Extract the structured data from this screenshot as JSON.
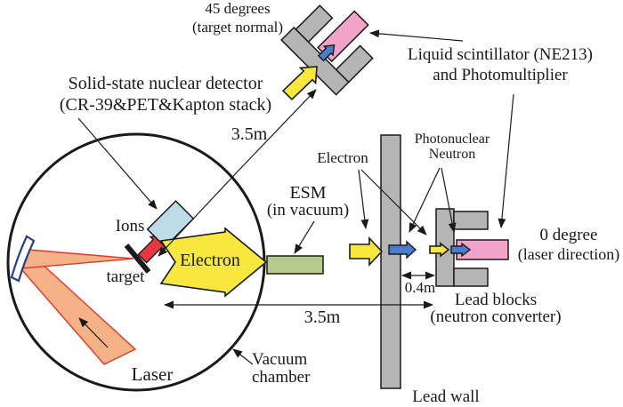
{
  "colors": {
    "ink": "#1a1a1a",
    "yellow": "#f8e73e",
    "blue": "#4a7dcb",
    "red": "#e63a40",
    "pink": "#f2a3c9",
    "lightblue": "#bcdcea",
    "green": "#b6ca8d",
    "gray": "#b5b5b5",
    "laserfill": "#f6b287",
    "laseredge": "#e0372a",
    "mirroredge": "#2b3f85"
  },
  "labels": {
    "angle45": {
      "line1": "45 degrees",
      "line2": "(target normal)"
    },
    "scintillator": {
      "line1": "Liquid scintillator (NE213)",
      "line2": "and Photomultiplier"
    },
    "ssd": {
      "line1": "Solid-state nuclear detector",
      "line2": "(CR-39&PET&Kapton stack)"
    },
    "esm": {
      "line1": "ESM",
      "line2": "(in vacuum)"
    },
    "electron_beams": "Electron",
    "photonuclear": {
      "line1": "Photonuclear",
      "line2": "Neutron"
    },
    "ions": "Ions",
    "target": "target",
    "electron_main": "Electron",
    "laser": "Laser",
    "vacuum_chamber": {
      "line1": "Vacuum",
      "line2": "chamber"
    },
    "lead_blocks": {
      "line1": "Lead blocks",
      "line2": "(neutron converter)"
    },
    "angle0": {
      "line1": "0 degree",
      "line2": "(laser direction)"
    },
    "lead_wall": "Lead wall",
    "distances": {
      "target_to_45deg": "3.5m",
      "target_to_leadblocks": "3.5m",
      "wall_gap": "0.4m"
    }
  }
}
